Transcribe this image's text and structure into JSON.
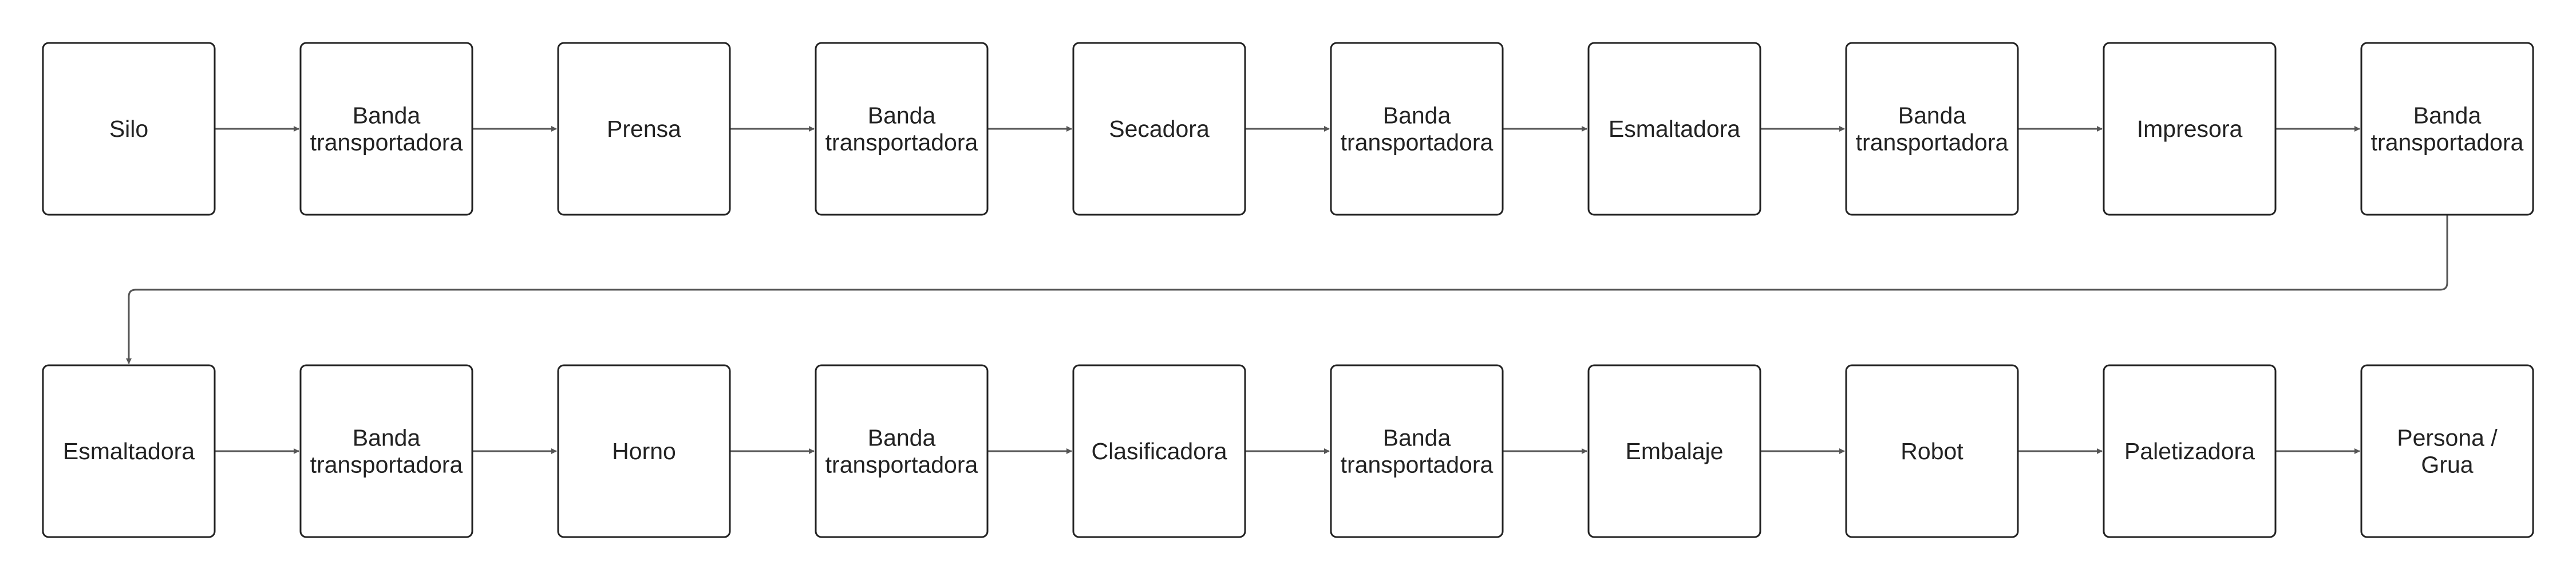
{
  "diagram": {
    "rows": [
      {
        "nodes": [
          {
            "lines": [
              "Silo"
            ]
          },
          {
            "lines": [
              "Banda",
              "transportadora"
            ]
          },
          {
            "lines": [
              "Prensa"
            ]
          },
          {
            "lines": [
              "Banda",
              "transportadora"
            ]
          },
          {
            "lines": [
              "Secadora"
            ]
          },
          {
            "lines": [
              "Banda",
              "transportadora"
            ]
          },
          {
            "lines": [
              "Esmaltadora"
            ]
          },
          {
            "lines": [
              "Banda",
              "transportadora"
            ]
          },
          {
            "lines": [
              "Impresora"
            ]
          },
          {
            "lines": [
              "Banda",
              "transportadora"
            ]
          }
        ]
      },
      {
        "nodes": [
          {
            "lines": [
              "Esmaltadora"
            ]
          },
          {
            "lines": [
              "Banda",
              "transportadora"
            ]
          },
          {
            "lines": [
              "Horno"
            ]
          },
          {
            "lines": [
              "Banda",
              "transportadora"
            ]
          },
          {
            "lines": [
              "Clasificadora"
            ]
          },
          {
            "lines": [
              "Banda",
              "transportadora"
            ]
          },
          {
            "lines": [
              "Embalaje"
            ]
          },
          {
            "lines": [
              "Robot"
            ]
          },
          {
            "lines": [
              "Paletizadora"
            ]
          },
          {
            "lines": [
              "Persona /",
              "Grua"
            ]
          }
        ]
      }
    ],
    "colors": {
      "stroke": "#222222",
      "arrow": "#555555",
      "text": "#222222",
      "fill": "#ffffff"
    }
  }
}
